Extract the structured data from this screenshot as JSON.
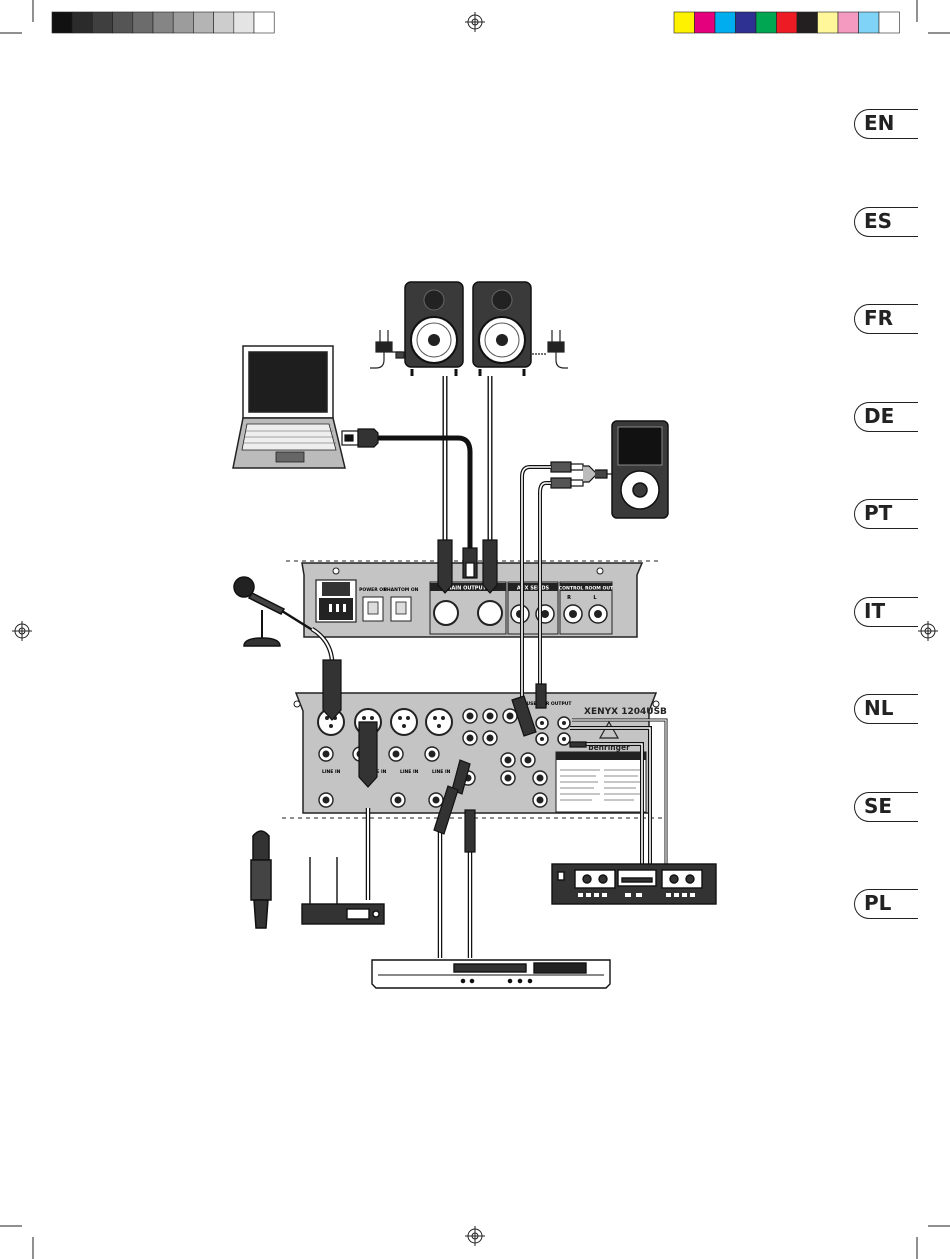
{
  "languages": [
    "EN",
    "ES",
    "FR",
    "DE",
    "PT",
    "IT",
    "NL",
    "SE",
    "PL"
  ],
  "colors": {
    "swatches_gray": [
      "#111111",
      "#2b2b2b",
      "#3f3f3f",
      "#555555",
      "#6c6c6c",
      "#858585",
      "#9c9c9c",
      "#b4b4b4",
      "#cdcdcd",
      "#e4e4e4",
      "#ffffff"
    ],
    "swatches_color": [
      "#fff200",
      "#e4007c",
      "#00aeef",
      "#2e3192",
      "#00a651",
      "#ed1c24",
      "#231f20",
      "#fff799",
      "#f49ac1",
      "#7fd3f7",
      "#ffffff"
    ],
    "panel": "#bdbdbd",
    "line": "#222222"
  },
  "rear_panel": {
    "power": "POWER ON",
    "phantom": "PHANTOM ON",
    "main_outputs": "MAIN OUTPUTS",
    "aux_sends": "AUX SENDS",
    "control_room_out": "CONTROL ROOM OUT",
    "channel_r": "R",
    "channel_l": "L"
  },
  "mixer": {
    "model": "XENYX 1204USB",
    "brand": "behringer",
    "usb_label": "USB/2-TR OUTPUT",
    "mic_label": "MIC",
    "line_label": "LINE IN"
  }
}
